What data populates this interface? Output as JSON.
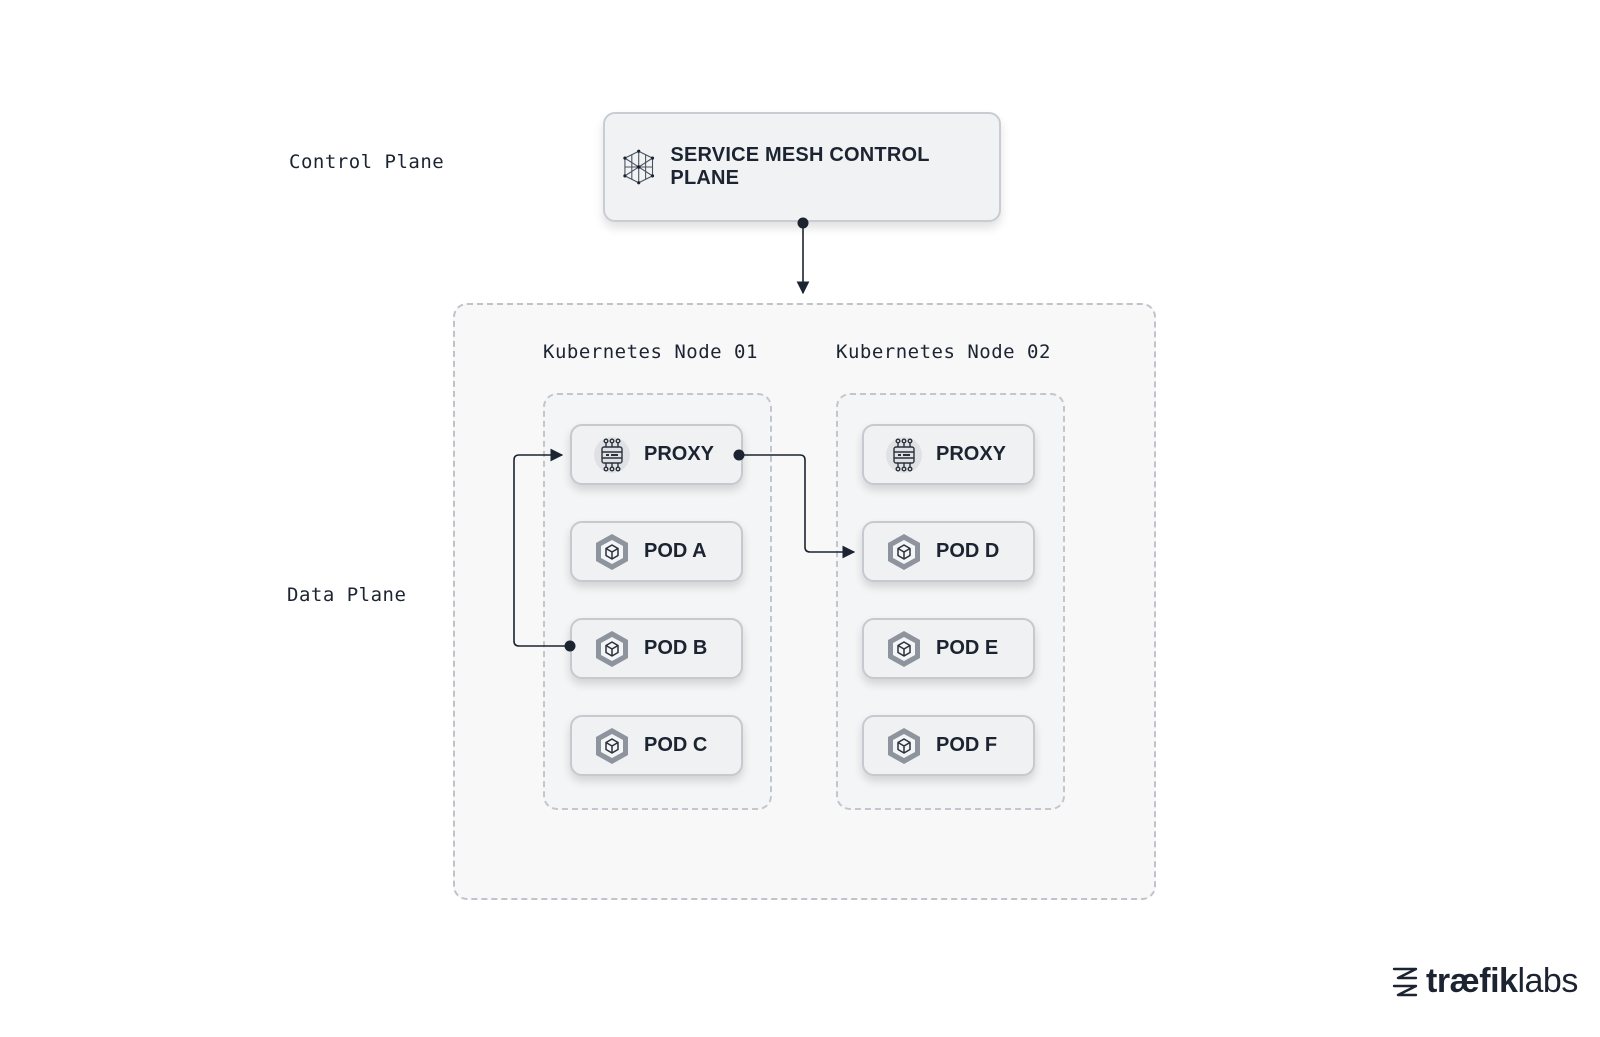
{
  "labels": {
    "control_plane": "Control Plane",
    "data_plane": "Data Plane"
  },
  "control_plane_box": {
    "title": "SERVICE MESH CONTROL PLANE",
    "icon": "mesh-cube-icon"
  },
  "nodes": [
    {
      "label": "Kubernetes Node 01",
      "proxy": "PROXY",
      "pods": [
        "POD A",
        "POD B",
        "POD C"
      ]
    },
    {
      "label": "Kubernetes Node 02",
      "proxy": "PROXY",
      "pods": [
        "POD D",
        "POD E",
        "POD F"
      ]
    }
  ],
  "icons": {
    "proxy": "proxy-robot-icon",
    "pod": "pod-hexagon-cube-icon"
  },
  "colors": {
    "ink": "#1b2430",
    "box_fill": "#f1f2f4",
    "box_border": "#c6c9cf",
    "dashed_border": "#bfc3ca"
  },
  "logo": {
    "bold": "træfik",
    "light": "labs"
  }
}
